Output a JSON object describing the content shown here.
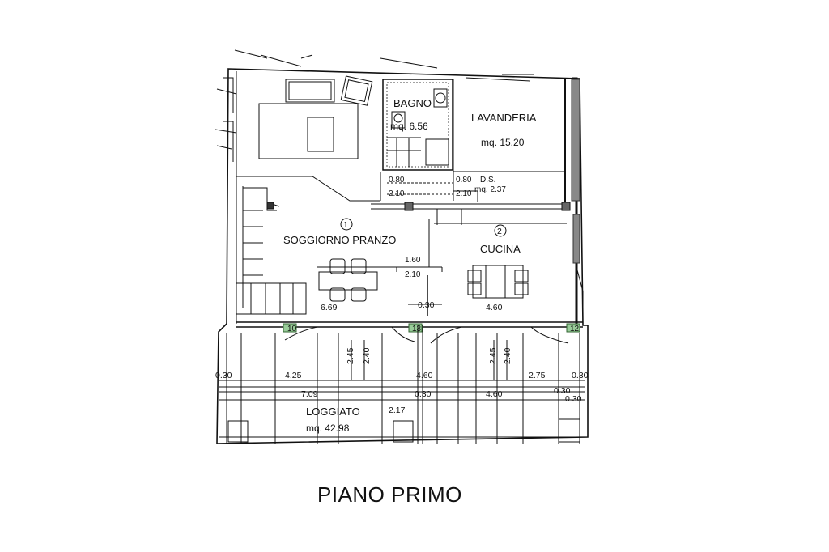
{
  "plan": {
    "title": "PIANO PRIMO",
    "rooms": {
      "bagno": {
        "name": "BAGNO",
        "area": "mq. 6.56"
      },
      "lavanderia": {
        "name": "LAVANDERIA",
        "area": "mq. 15.20"
      },
      "ds": {
        "name": "D.S.",
        "area": "mq. 2.37"
      },
      "soggiorno": {
        "number": "1",
        "name": "SOGGIORNO PRANZO"
      },
      "cucina": {
        "number": "2",
        "name": "CUCINA"
      },
      "loggiato": {
        "name": "LOGGIATO",
        "area": "mq. 42.98"
      }
    },
    "dimensions": {
      "bagno_door_w": "0.80",
      "bagno_door_h": "2.10",
      "ds_door_w": "0.80",
      "ds_door_h": "2.10",
      "central_opening_w": "1.60",
      "central_opening_h": "2.10",
      "soggiorno_width": "6.69",
      "central_wall": "0.30",
      "cucina_width": "4.60",
      "win1_h_a": "2.45",
      "win1_h_b": "2.40",
      "win2_h_a": "2.45",
      "win2_h_b": "2.40",
      "left_edge": "0.30",
      "logg_seg1": "4.25",
      "logg_seg2": "4.60",
      "logg_seg3": "2.75",
      "right_edge": "0.30",
      "logg_total_left": "7.09",
      "logg_mid": "0.30",
      "logg_total_right": "4.60",
      "right_edge_b": "0.30",
      "right_edge_c": "0.30",
      "logg_depth": "2.17",
      "sill_left": "10",
      "sill_mid": "13",
      "sill_right": "12"
    }
  }
}
